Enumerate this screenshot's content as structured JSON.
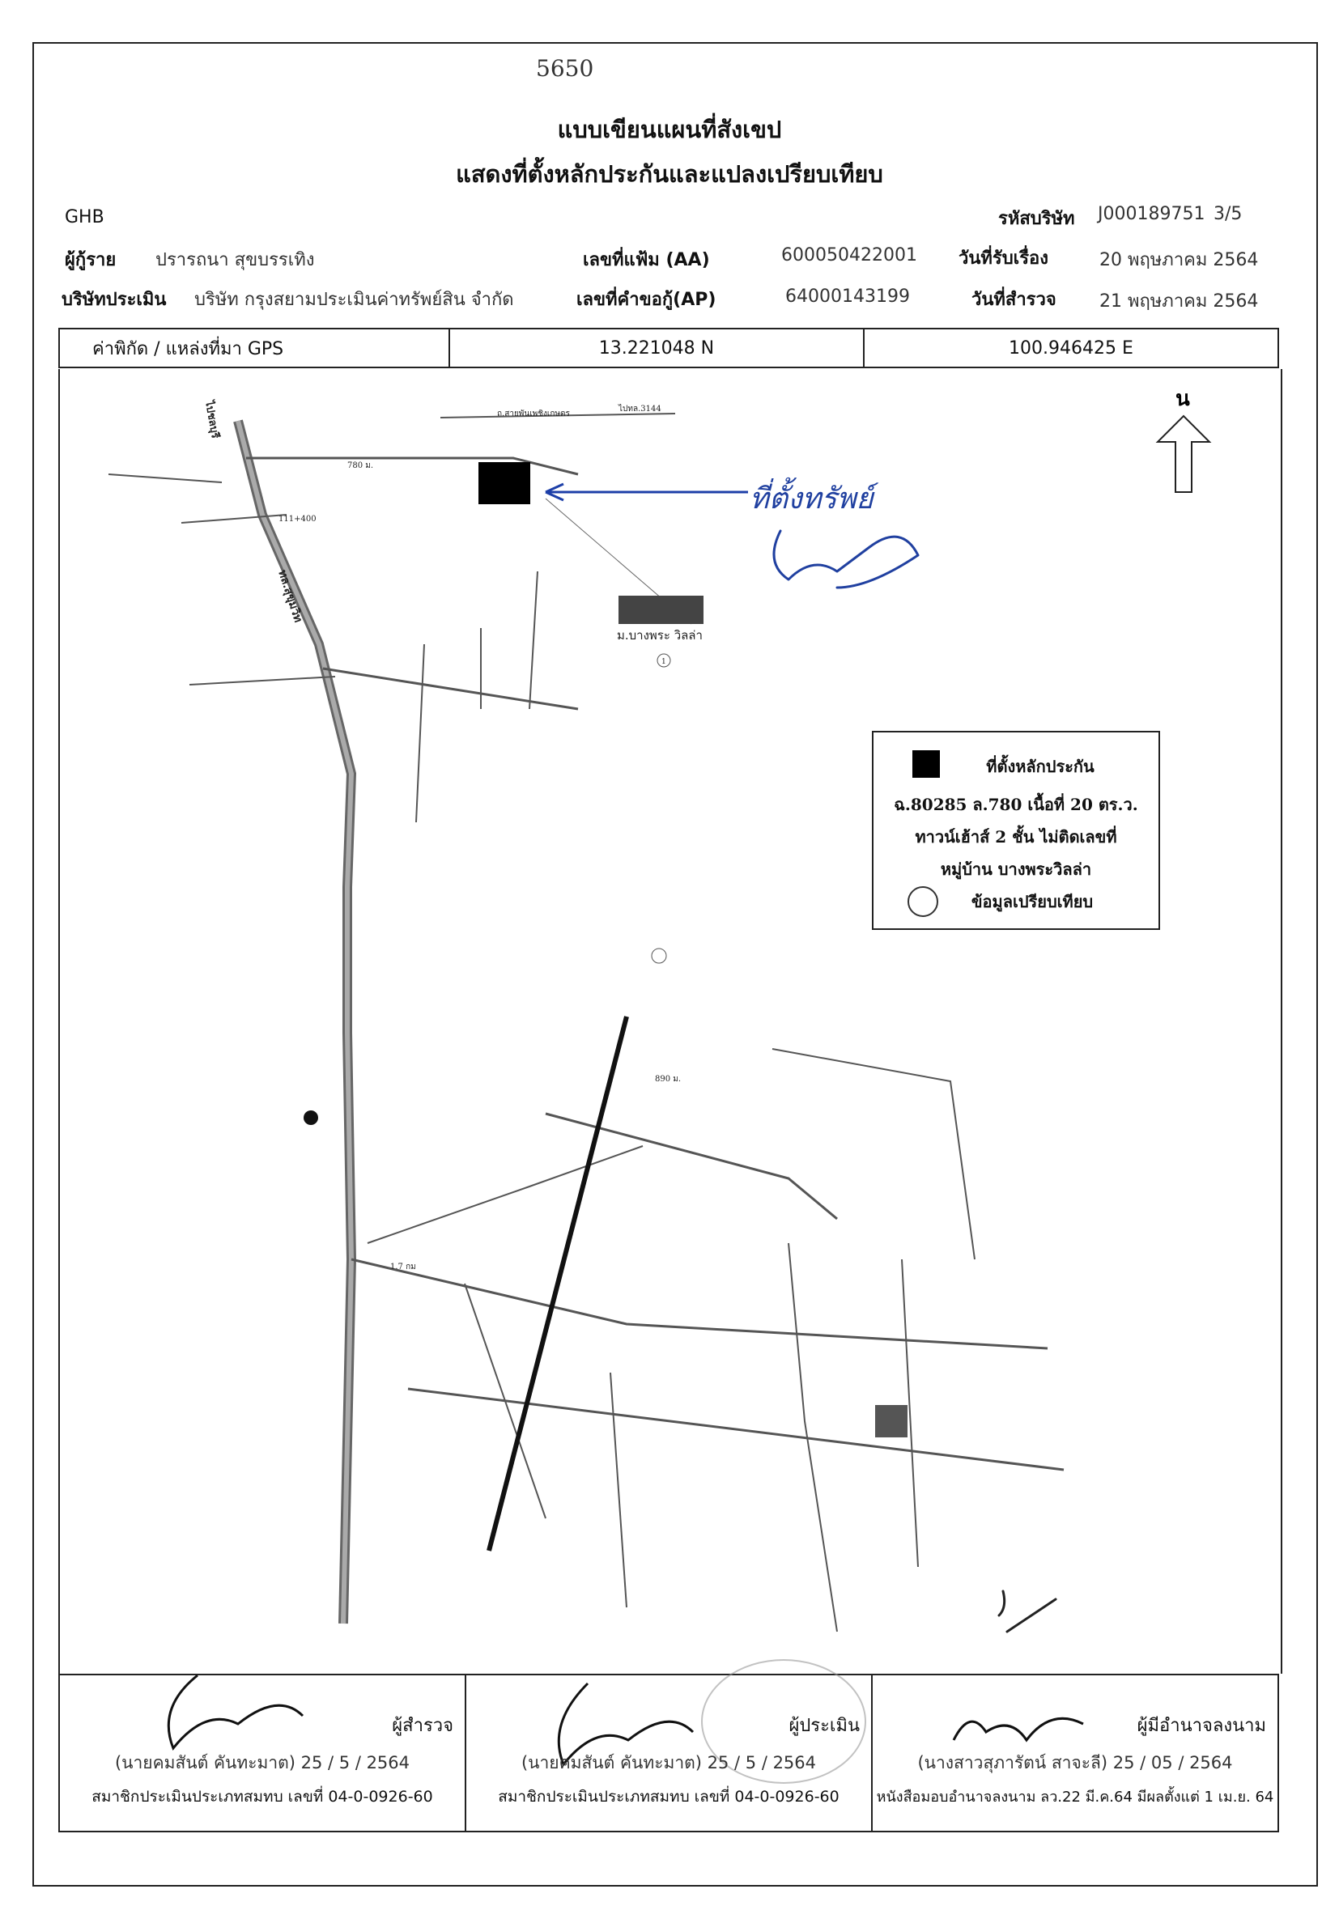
{
  "doc_number": "5650",
  "title_line1": "แบบเขียนแผนที่สังเขป",
  "title_line2": "แสดงที่ตั้งหลักประกันและแปลงเปรียบเทียบ",
  "bank": "GHB",
  "company_code_label": "รหัสบริษัท",
  "company_code": "J000189751",
  "page_no": "3/5",
  "borrower_label": "ผู้กู้ราย",
  "borrower": "ปรารถนา สุขบรรเทิง",
  "file_no_label": "เลขที่แฟ้ม (AA)",
  "file_no": "600050422001",
  "received_label": "วันที่รับเรื่อง",
  "received_date": "20 พฤษภาคม 2564",
  "appraiser_company_label": "บริษัทประเมิน",
  "appraiser_company": "บริษัท กรุงสยามประเมินค่าทรัพย์สิน จำกัด",
  "loan_req_label": "เลขที่คำขอกู้(AP)",
  "loan_req_no": "64000143199",
  "survey_label": "วันที่สำรวจ",
  "survey_date": "21 พฤษภาคม 2564",
  "gps_label": "ค่าพิกัด / แหล่งที่มา GPS",
  "gps_lat": "13.221048  N",
  "gps_lon": "100.946425 E",
  "map": {
    "north_label": "น",
    "handwritten_note": "ที่ตั้งทรัพย์",
    "village_label": "ม.บางพระ วิลล่า",
    "comparison_no": "1",
    "legend_line1": "ที่ตั้งหลักประกัน",
    "legend_line2": "ฉ.80285 ล.780 เนื้อที่ 20 ตร.ว.",
    "legend_line3": "ทาวน์เฮ้าส์ 2 ชั้น ไม่ติดเลขที่",
    "legend_line4": "หมู่บ้าน บางพระวิลล่า",
    "legend_line5": "ข้อมูลเปรียบเทียบ",
    "labels": {
      "road_top": "ถ.สายพันเพชิงเกษตร",
      "to_road": "ไปทล.3144",
      "dist_780": "780 ม.",
      "road_main": "ทล.สุขุมวิท",
      "to_bangsaen": "ไปชลบุรี",
      "km_label": "111+400",
      "dist_890": "890 ม.",
      "dist_17": "1.7 กม"
    }
  },
  "sig1": {
    "role": "ผู้สำรวจ",
    "name": "(นายคมสันต์  คันทะมาต)  25 / 5 / 2564",
    "member": "สมาชิกประเมินประเภทสมทบ เลขที่ 04-0-0926-60"
  },
  "sig2": {
    "role": "ผู้ประเมิน",
    "name": "(นายคมสันต์  คันทะมาต)  25 / 5 / 2564",
    "member": "สมาชิกประเมินประเภทสมทบ เลขที่ 04-0-0926-60"
  },
  "sig3": {
    "role": "ผู้มีอำนาจลงนาม",
    "name": "(นางสาวสุภารัตน์  สาจะลี)  25 / 05 / 2564",
    "member": "หนังสือมอบอำนาจลงนาม ลว.22 มี.ค.64 มีผลตั้งแต่ 1 เม.ย. 64"
  }
}
